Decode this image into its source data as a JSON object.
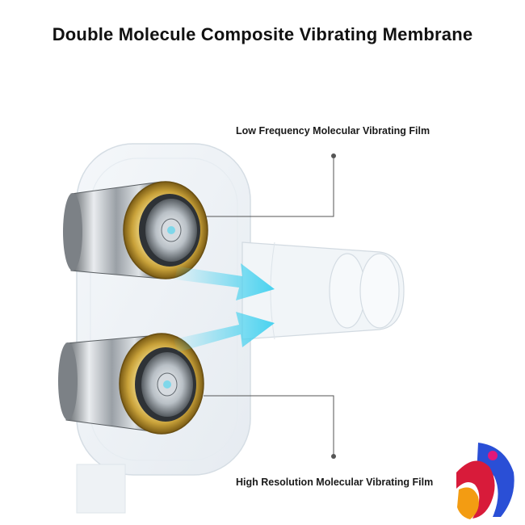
{
  "title": "Double Molecule Composite Vibrating Membrane",
  "callouts": {
    "low_frequency": "Low Frequency Molecular Vibrating Film",
    "high_resolution": "High Resolution Molecular Vibrating Film"
  },
  "colors": {
    "arrow": "#3fd0ef",
    "gold": "#c9a23a",
    "chrome": "#8f949a",
    "leader": "#555555"
  }
}
